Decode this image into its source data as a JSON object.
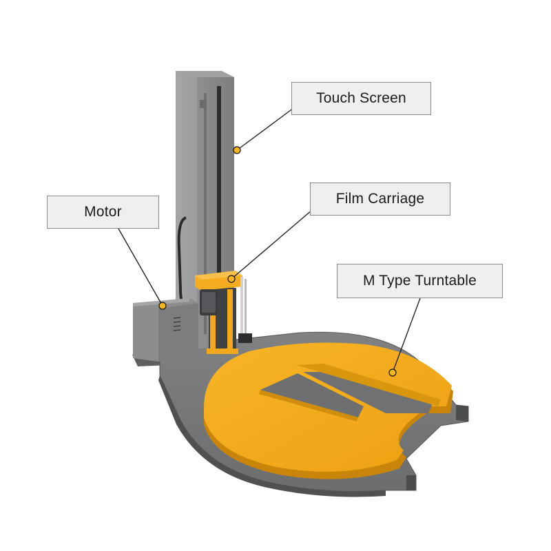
{
  "callouts": {
    "touch_screen": "Touch Screen",
    "film_carriage": "Film Carriage",
    "motor": "Motor",
    "turntable": "M Type Turntable"
  },
  "colors": {
    "turntable_yellow": "#f2a81d",
    "frame_gray": "#77797b",
    "mast_gray": "#8e9092",
    "label_bg": "#efefef",
    "label_border": "#8a8a8a",
    "marker_dot": "#f6b71e"
  }
}
